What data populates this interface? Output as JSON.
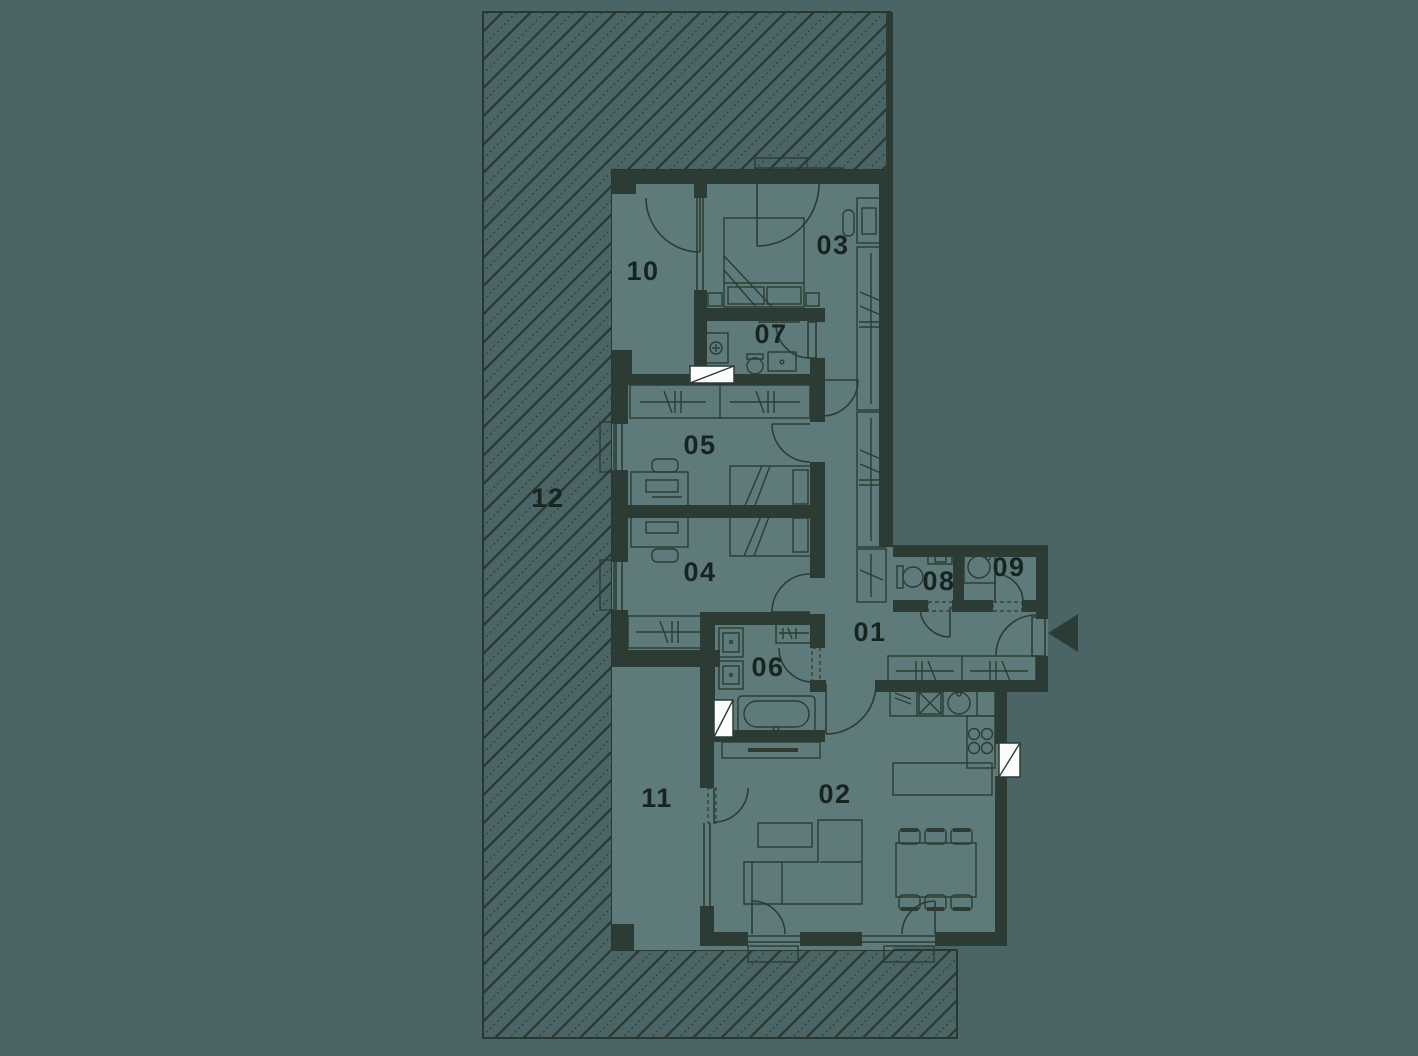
{
  "palette": {
    "background": "#4B6566",
    "room": "#5E7A7B",
    "wall": "#2C3C34",
    "line": "#2C3C34",
    "hatch_line": "#28372F",
    "window_white": "#FCFCFC",
    "label": "#18241F"
  },
  "rooms": {
    "r01": {
      "label": "01"
    },
    "r02": {
      "label": "02"
    },
    "r03": {
      "label": "03"
    },
    "r04": {
      "label": "04"
    },
    "r05": {
      "label": "05"
    },
    "r06": {
      "label": "06"
    },
    "r07": {
      "label": "07"
    },
    "r08": {
      "label": "08"
    },
    "r09": {
      "label": "09"
    },
    "r10": {
      "label": "10"
    },
    "r11": {
      "label": "11"
    },
    "r12": {
      "label": "12"
    }
  },
  "icons": {
    "entry_arrow": "left-pointing entry direction triangle"
  }
}
